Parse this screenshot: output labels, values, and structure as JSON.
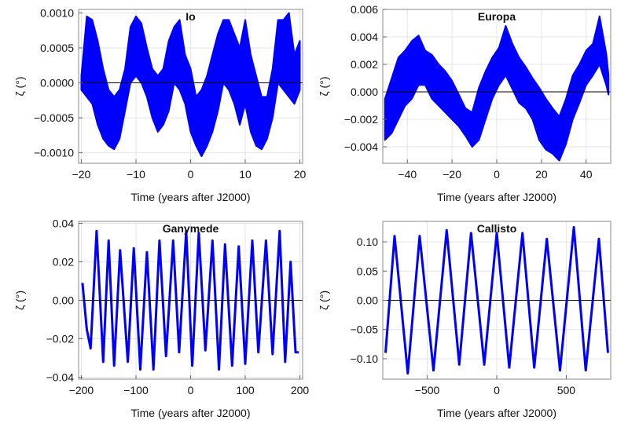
{
  "chart_data": [
    {
      "type": "line",
      "title": "Io",
      "xlabel": "Time (years after J2000)",
      "ylabel": "ζ (°)",
      "xlim": [
        -20.5,
        20.5
      ],
      "ylim": [
        -0.00115,
        0.00105
      ],
      "xticks": [
        -20,
        -10,
        0,
        10,
        20
      ],
      "xtick_labels": [
        "−20",
        "−10",
        "0",
        "10",
        "20"
      ],
      "yticks": [
        -0.001,
        -0.0005,
        0,
        0.0005,
        0.001
      ],
      "ytick_labels": [
        "−0.0010",
        "−0.0005",
        "0.0000",
        "0.0005",
        "0.0010"
      ],
      "grid": true,
      "color": "#0000ff",
      "series": [
        {
          "x": [
            -20,
            -19,
            -18,
            -17,
            -16,
            -15,
            -14,
            -13,
            -12,
            -11,
            -10,
            -9,
            -8,
            -7,
            -6,
            -5,
            -4,
            -3,
            -2,
            -1,
            0,
            1,
            2,
            3,
            4,
            5,
            6,
            7,
            8,
            9,
            10,
            11,
            12,
            13,
            14,
            15,
            16,
            17,
            18,
            19,
            20
          ],
          "upper": [
            0.0001,
            0.00095,
            0.0009,
            0.0006,
            0.0002,
            -0.0001,
            -0.0002,
            -0.0001,
            0.0002,
            0.0008,
            0.00095,
            0.00085,
            0.0005,
            0.0002,
            0.0001,
            0.0002,
            0.0006,
            0.0008,
            0.0009,
            0.0004,
            0.0002,
            -0.0002,
            -0.0001,
            0.0001,
            0.0004,
            0.0007,
            0.0009,
            0.0009,
            0.0007,
            0.0005,
            0.0009,
            0.0004,
            0.0001,
            -0.0002,
            -0.0002,
            0.0002,
            0.0009,
            0.0009,
            0.001,
            0.0004,
            0.0006
          ],
          "lower": [
            -0.0001,
            -0.0002,
            -0.0003,
            -0.0006,
            -0.0008,
            -0.0009,
            -0.00095,
            -0.0008,
            -0.0004,
            0.0,
            0.0001,
            0.0,
            -0.0002,
            -0.0005,
            -0.0007,
            -0.0006,
            -0.0004,
            0.0,
            -0.0001,
            -0.0003,
            -0.0007,
            -0.0009,
            -0.00105,
            -0.0009,
            -0.0007,
            -0.0004,
            0.0,
            -0.0001,
            -0.0003,
            -0.0006,
            -0.0003,
            -0.0007,
            -0.0009,
            -0.00095,
            -0.0008,
            -0.0005,
            0.0,
            -0.0001,
            -0.0002,
            -0.0003,
            -0.0001
          ]
        }
      ]
    },
    {
      "type": "line",
      "title": "Europa",
      "xlabel": "Time (years after J2000)",
      "ylabel": "ζ (°)",
      "xlim": [
        -51,
        51
      ],
      "ylim": [
        -0.0052,
        0.006
      ],
      "xticks": [
        -40,
        -20,
        0,
        20,
        40
      ],
      "xtick_labels": [
        "−40",
        "−20",
        "0",
        "20",
        "40"
      ],
      "yticks": [
        -0.004,
        -0.002,
        0,
        0.002,
        0.004,
        0.006
      ],
      "ytick_labels": [
        "−0.004",
        "−0.002",
        "0.000",
        "0.002",
        "0.004",
        "0.006"
      ],
      "grid": true,
      "color": "#0000ff",
      "series": [
        {
          "x": [
            -50,
            -47,
            -44,
            -41,
            -38,
            -35,
            -32,
            -29,
            -26,
            -23,
            -20,
            -17,
            -14,
            -11,
            -8,
            -5,
            -2,
            1,
            4,
            7,
            10,
            13,
            16,
            19,
            22,
            25,
            28,
            31,
            34,
            37,
            40,
            43,
            46,
            49,
            50
          ],
          "upper": [
            -0.0005,
            0.001,
            0.0025,
            0.003,
            0.0037,
            0.0041,
            0.003,
            0.0027,
            0.002,
            0.0015,
            0.0008,
            -0.0002,
            -0.0012,
            -0.0015,
            0.0003,
            0.0015,
            0.0025,
            0.0032,
            0.0048,
            0.0035,
            0.0025,
            0.0018,
            0.001,
            0.0003,
            -0.0005,
            -0.0012,
            -0.0018,
            -0.0005,
            0.0012,
            0.002,
            0.003,
            0.0035,
            0.0055,
            0.0028,
            0.0012
          ],
          "lower": [
            -0.0035,
            -0.003,
            -0.002,
            -0.001,
            -0.0005,
            0.0005,
            0.0005,
            -0.0005,
            -0.001,
            -0.0015,
            -0.002,
            -0.0025,
            -0.0032,
            -0.004,
            -0.0035,
            -0.002,
            -0.0005,
            0.0005,
            0.0012,
            0.0002,
            -0.0008,
            -0.0012,
            -0.002,
            -0.0035,
            -0.0042,
            -0.0045,
            -0.005,
            -0.0038,
            -0.002,
            -0.0008,
            0.0005,
            0.0012,
            0.002,
            0.0005,
            -0.0002
          ]
        }
      ]
    },
    {
      "type": "line",
      "title": "Ganymede",
      "xlabel": "Time (years after J2000)",
      "ylabel": "ζ (°)",
      "xlim": [
        -205,
        205
      ],
      "ylim": [
        -0.041,
        0.041
      ],
      "xticks": [
        -200,
        -100,
        0,
        100,
        200
      ],
      "xtick_labels": [
        "−200",
        "−100",
        "0",
        "100",
        "200"
      ],
      "yticks": [
        -0.04,
        -0.02,
        0,
        0.02,
        0.04
      ],
      "ytick_labels": [
        "−0.04",
        "−0.02",
        "0.00",
        "0.02",
        "0.04"
      ],
      "grid": true,
      "color": "#0000ff",
      "series": [
        {
          "x": [
            -198,
            -190,
            -183,
            -172,
            -160,
            -150,
            -140,
            -129,
            -115,
            -104,
            -92,
            -80,
            -68,
            -57,
            -45,
            -32,
            -21,
            -8,
            3,
            15,
            27,
            40,
            52,
            63,
            76,
            88,
            100,
            113,
            124,
            138,
            150,
            163,
            173,
            183,
            192,
            198
          ],
          "y": [
            0.009,
            -0.015,
            -0.025,
            0.036,
            -0.032,
            0.031,
            -0.034,
            0.026,
            -0.032,
            0.027,
            -0.036,
            0.025,
            -0.036,
            0.031,
            -0.029,
            0.031,
            -0.027,
            0.036,
            -0.034,
            0.035,
            -0.026,
            0.031,
            -0.036,
            0.029,
            -0.034,
            0.028,
            -0.033,
            0.031,
            -0.027,
            0.031,
            -0.028,
            0.036,
            -0.032,
            0.02,
            -0.027,
            -0.027
          ]
        }
      ]
    },
    {
      "type": "line",
      "title": "Callisto",
      "xlabel": "Time (years after J2000)",
      "ylabel": "ζ (°)",
      "xlim": [
        -820,
        820
      ],
      "ylim": [
        -0.135,
        0.135
      ],
      "xticks": [
        -500,
        0,
        500
      ],
      "xtick_labels": [
        "−500",
        "0",
        "500"
      ],
      "yticks": [
        -0.1,
        -0.05,
        0,
        0.05,
        0.1
      ],
      "ytick_labels": [
        "−0.10",
        "−0.05",
        "0.00",
        "0.05",
        "0.10"
      ],
      "grid": true,
      "color": "#0000ff",
      "series": [
        {
          "x": [
            -800,
            -735,
            -640,
            -555,
            -455,
            -360,
            -270,
            -185,
            -90,
            0,
            90,
            185,
            270,
            360,
            455,
            555,
            640,
            735,
            800
          ],
          "y": [
            -0.09,
            0.11,
            -0.125,
            0.11,
            -0.12,
            0.12,
            -0.11,
            0.115,
            -0.11,
            0.115,
            -0.115,
            0.115,
            -0.115,
            0.105,
            -0.12,
            0.125,
            -0.12,
            0.105,
            -0.09
          ]
        }
      ]
    }
  ]
}
